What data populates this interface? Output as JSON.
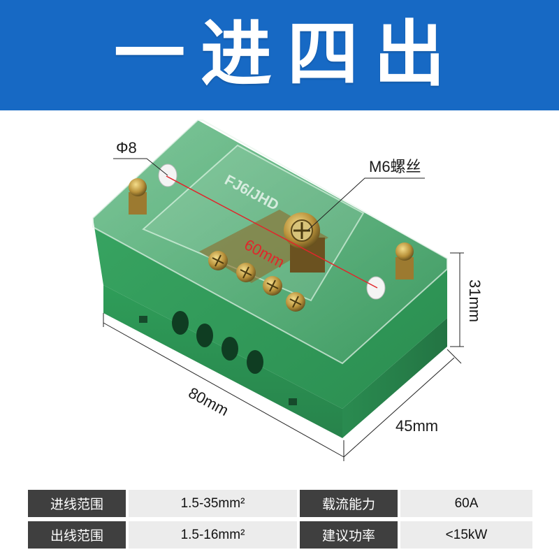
{
  "banner": {
    "title": "一进四出",
    "bg_color": "#1769c4"
  },
  "product": {
    "body_color": "#2f9a58",
    "model_text": "FJ6/JHD",
    "dimensions": {
      "hole": "Φ8",
      "screw": "M6螺丝",
      "inner_span": "60mm",
      "height": "31mm",
      "length": "80mm",
      "depth": "45mm"
    }
  },
  "specs": {
    "rows": [
      {
        "label1": "进线范围",
        "value1": "1.5-35mm²",
        "label2": "载流能力",
        "value2": "60A"
      },
      {
        "label1": "出线范围",
        "value1": "1.5-16mm²",
        "label2": "建议功率",
        "value2": "<15kW"
      }
    ]
  }
}
